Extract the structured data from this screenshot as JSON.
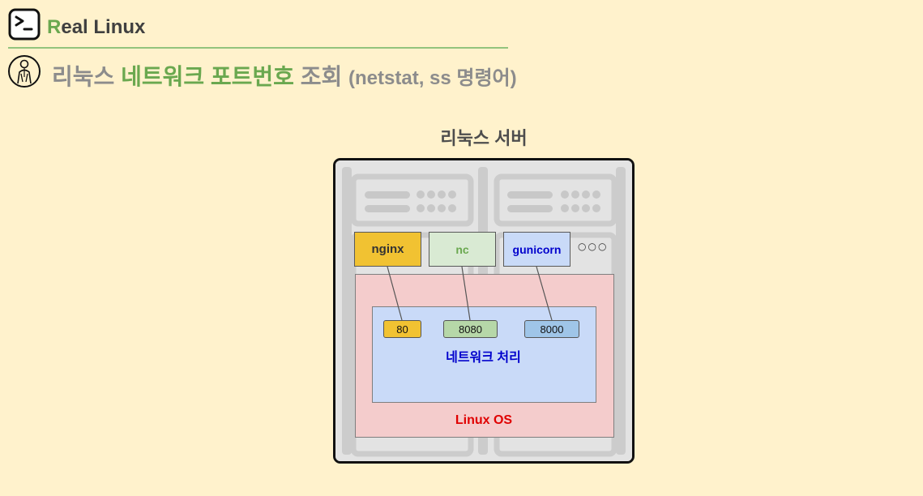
{
  "header": {
    "brand_first_letter": "R",
    "brand_rest": "eal Linux",
    "title_part1": "리눅스 ",
    "title_highlight": "네트워크 포트번호",
    "title_part2": " 조회 ",
    "title_sub": "(netstat, ss 명령어)"
  },
  "diagram": {
    "server_caption": "리눅스 서버",
    "apps": [
      {
        "label": "nginx",
        "color": "#f1c232"
      },
      {
        "label": "nc",
        "color": "#d9ead3"
      },
      {
        "label": "gunicorn",
        "color": "#c9daf8"
      }
    ],
    "more_apps_symbol": "○○○",
    "ports": [
      {
        "label": "80",
        "app": "nginx",
        "color": "#f1c232"
      },
      {
        "label": "8080",
        "app": "nc",
        "color": "#b6d7a8"
      },
      {
        "label": "8000",
        "app": "gunicorn",
        "color": "#9fc5e8"
      }
    ],
    "network_label": "네트워크 처리",
    "os_label": "Linux OS"
  },
  "colors": {
    "background": "#fff2cc",
    "accent_green": "#6aa84f",
    "os_red": "#e00000",
    "network_blue": "#0000cc"
  }
}
